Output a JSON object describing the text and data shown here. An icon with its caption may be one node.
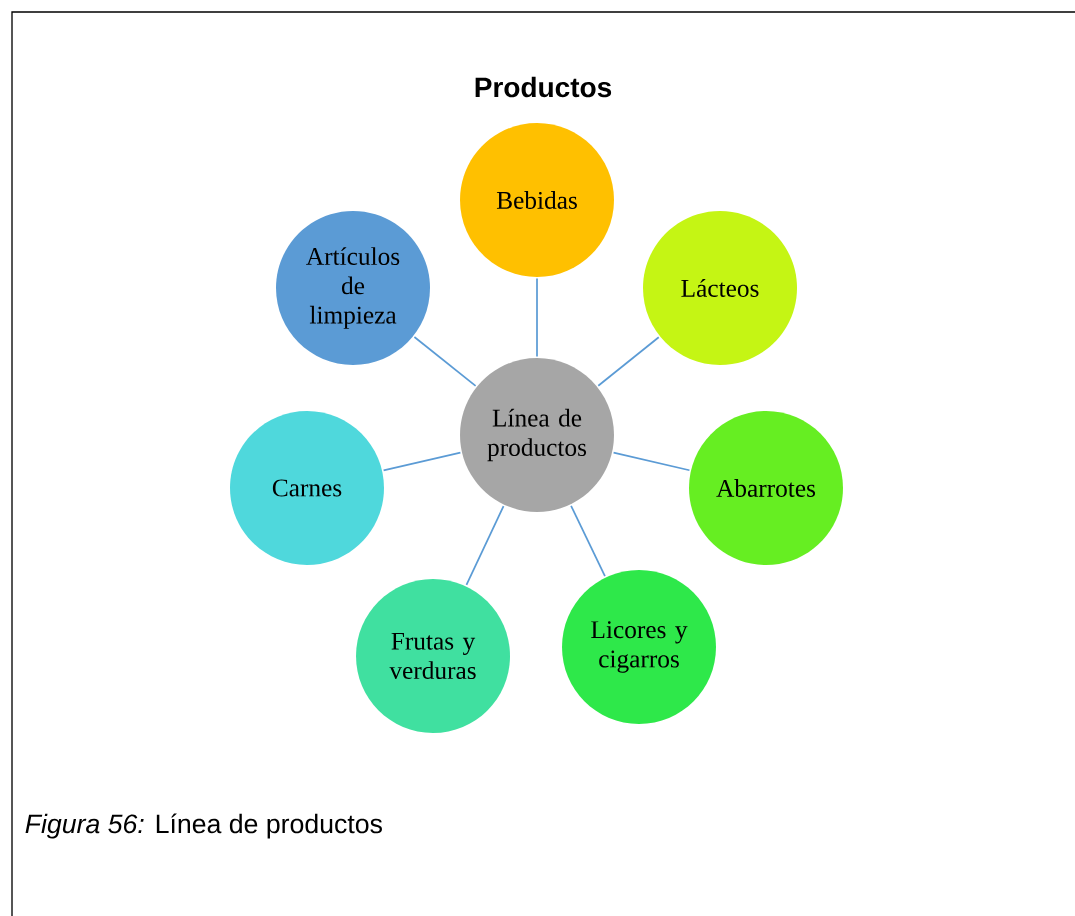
{
  "diagram": {
    "title": "Productos",
    "caption": "*Figura 56:* Línea de productos",
    "nodes": [
      {
        "text": [
          "Línea de productos"
        ]
      },
      {
        "text": [
          "Bebidas"
        ]
      },
      {
        "text": [
          "Lácteos"
        ]
      },
      {
        "text": [
          "Abarrotes"
        ]
      },
      {
        "text": [
          "Licores y cigarros"
        ]
      },
      {
        "text": [
          "Frutas y verduras"
        ]
      },
      {
        "text": [
          "Carnes"
        ]
      },
      {
        "text": [
          "Artículos de limpieza"
        ]
      }
    ],
    "edges": [
      {
        "from": 0,
        "to": 1,
        "arrow": "none"
      },
      {
        "from": 0,
        "to": 2,
        "arrow": "none"
      },
      {
        "from": 0,
        "to": 3,
        "arrow": "none"
      },
      {
        "from": 0,
        "to": 4,
        "arrow": "none"
      },
      {
        "from": 0,
        "to": 5,
        "arrow": "none"
      },
      {
        "from": 0,
        "to": 6,
        "arrow": "none"
      },
      {
        "from": 0,
        "to": 7,
        "arrow": "none"
      }
    ]
  }
}
